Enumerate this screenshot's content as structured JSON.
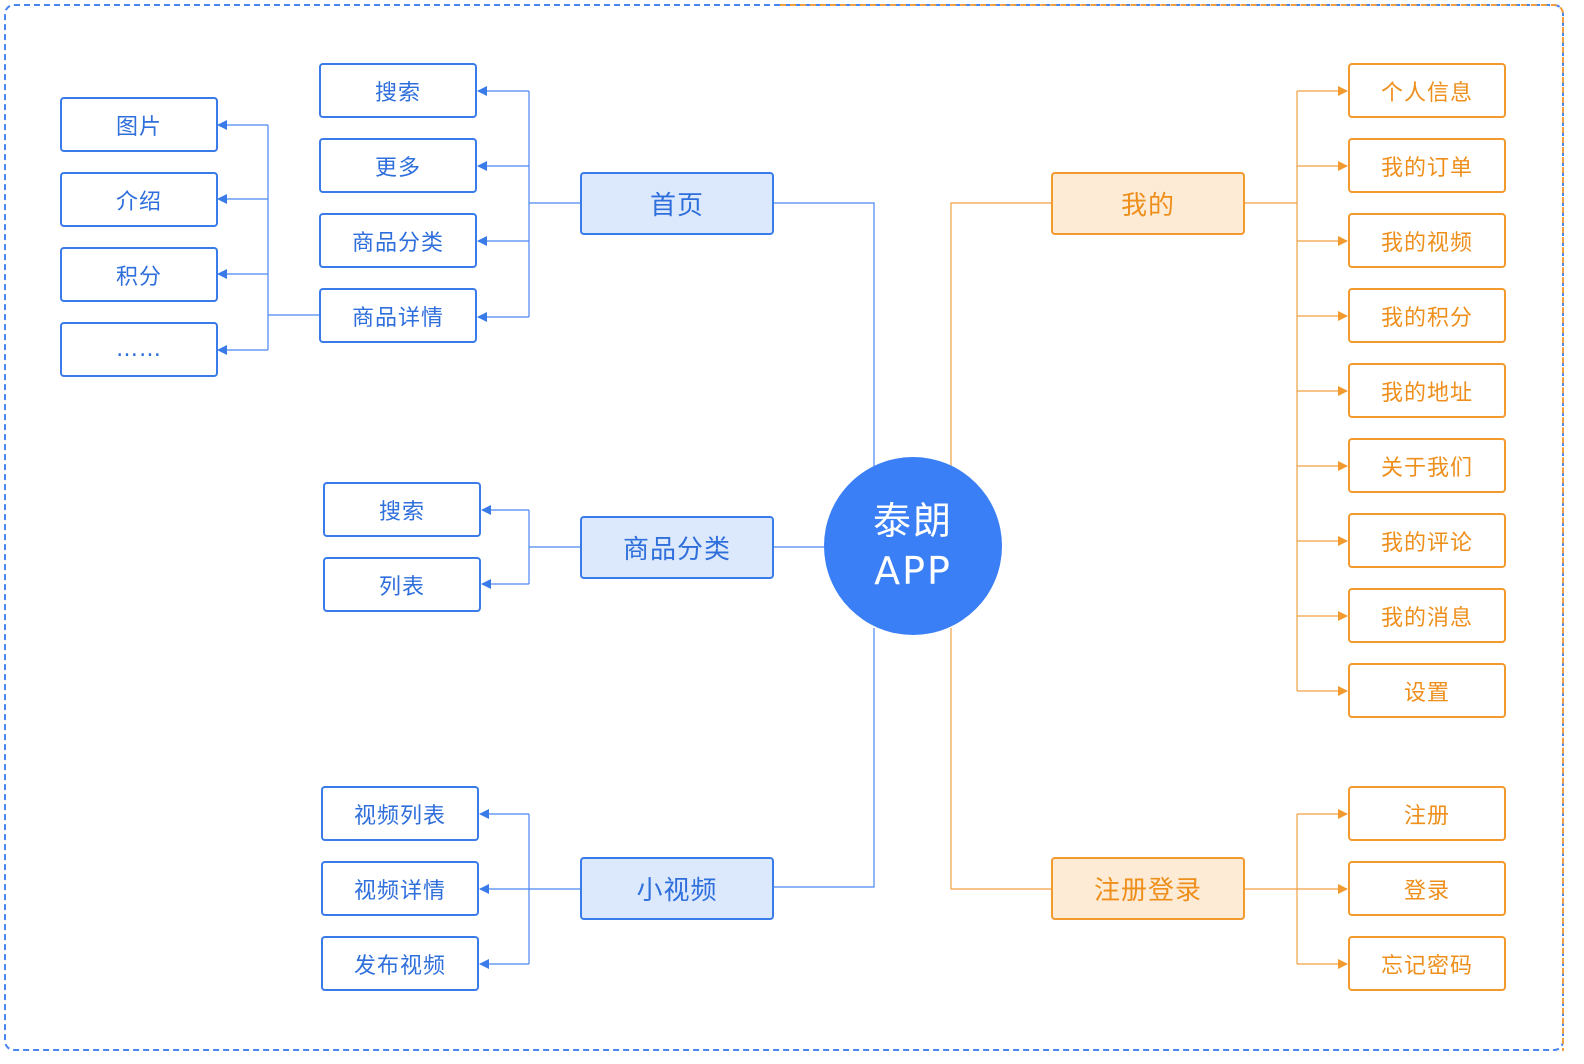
{
  "center": {
    "line1": "泰朗",
    "line2": "APP"
  },
  "home": {
    "label": "首页",
    "children": [
      "搜索",
      "更多",
      "商品分类",
      "商品详情"
    ],
    "detail_children": [
      "图片",
      "介绍",
      "积分",
      "……"
    ]
  },
  "category": {
    "label": "商品分类",
    "children": [
      "搜索",
      "列表"
    ]
  },
  "video": {
    "label": "小视频",
    "children": [
      "视频列表",
      "视频详情",
      "发布视频"
    ]
  },
  "mine": {
    "label": "我的",
    "children": [
      "个人信息",
      "我的订单",
      "我的视频",
      "我的积分",
      "我的地址",
      "关于我们",
      "我的评论",
      "我的消息",
      "设置"
    ]
  },
  "auth": {
    "label": "注册登录",
    "children": [
      "注册",
      "登录",
      "忘记密码"
    ]
  },
  "colors": {
    "blue_line": "#4a86f0",
    "orange_line": "#f0a040",
    "center_fill": "#3a7ff5"
  }
}
